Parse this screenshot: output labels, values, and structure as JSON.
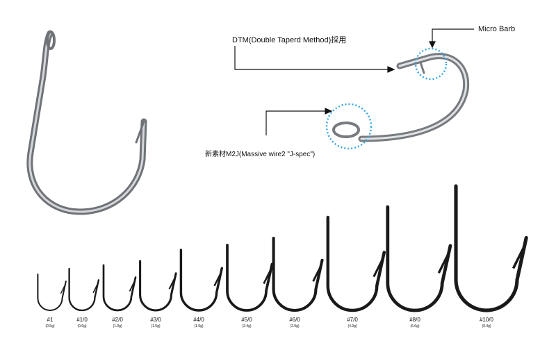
{
  "annotations": {
    "dtm": "DTM(Double Taperd Method)採用",
    "micro_barb": "Micro Barb",
    "m2j": "新素材M2J(Massive wire2 \"J-spec\")"
  },
  "colors": {
    "hook_dark": "#1a1a1a",
    "silver": "#8a8d92",
    "highlight_circle": "#3aa6e0"
  },
  "sizes": [
    {
      "size": "#1",
      "weight": "(0.5g)"
    },
    {
      "size": "#1/0",
      "weight": "(0.6g)"
    },
    {
      "size": "#2/0",
      "weight": "(1.0g)"
    },
    {
      "size": "#3/0",
      "weight": "(1.5g)"
    },
    {
      "size": "#4/0",
      "weight": "(1.9g)"
    },
    {
      "size": "#5/0",
      "weight": "(2.4g)"
    },
    {
      "size": "#6/0",
      "weight": "(2.9g)"
    },
    {
      "size": "#7/0",
      "weight": "(4.9g)"
    },
    {
      "size": "#8/0",
      "weight": "(6.6g)"
    },
    {
      "size": "#10/0",
      "weight": "(9.4g)"
    }
  ]
}
